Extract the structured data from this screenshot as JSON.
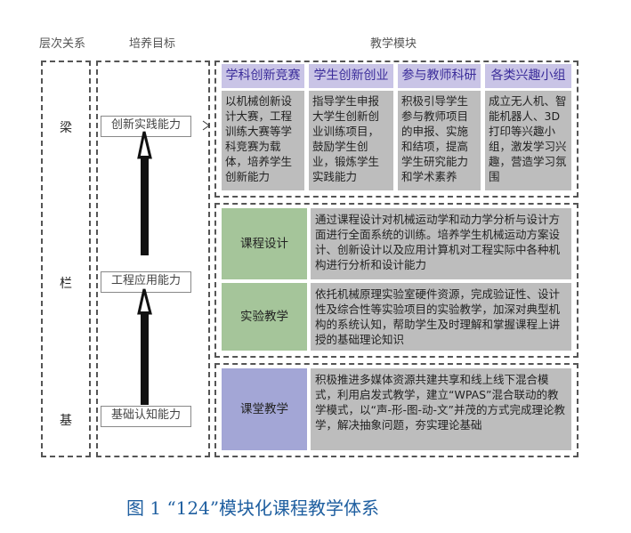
{
  "headers": {
    "levels": "层次关系",
    "goals": "培养目标",
    "modules": "教学模块"
  },
  "levels": [
    "梁",
    "栏",
    "基"
  ],
  "goals": [
    "创新实践能力",
    "工程应用能力",
    "基础认知能力"
  ],
  "top_group": {
    "columns": [
      {
        "title": "学科创新竞赛",
        "body": "以机械创新设计大赛，工程训练大赛等学科竞赛为载体，培养学生创新能力"
      },
      {
        "title": "学生创新创业",
        "body": "指导学生申报大学生创新创业训练项目，鼓励学生创业，锻炼学生实践能力"
      },
      {
        "title": "参与教师科研",
        "body": "积极引导学生参与教师项目的申报、实施和结项，提高学生研究能力和学术素养"
      },
      {
        "title": "各类兴趣小组",
        "body": "成立无人机、智能机器人、3D打印等兴趣小组，激发学习兴趣，营造学习氛围"
      }
    ]
  },
  "middle_group": {
    "rows": [
      {
        "label": "课程设计",
        "body": "通过课程设计对机械运动学和动力学分析与设计方面进行全面系统的训练。培养学生机械运动方案设计、创新设计以及应用计算机对工程实际中各种机构进行分析和设计能力"
      },
      {
        "label": "实验教学",
        "body": "依托机械原理实验室硬件资源，完成验证性、设计性及综合性等实验项目的实验教学，加深对典型机构的系统认知，帮助学生及时理解和掌握课程上讲授的基础理论知识"
      }
    ]
  },
  "bottom_group": {
    "label": "课堂教学",
    "body": "积极推进多媒体资源共建共享和线上线下混合模式，利用启发式教学，建立“WPAS”混合联动的教学模式，以“声-形-图-动-文”并茂的方式完成理论教学，解决抽象问题，夯实理论基础"
  },
  "caption": "图 1 “124”模块化课程教学体系",
  "colors": {
    "title_purple": "#c9c4e6",
    "green": "#a5c59a",
    "blue": "#a3a6d6",
    "gray": "#bdbdbd",
    "caption": "#1f5fa0"
  }
}
